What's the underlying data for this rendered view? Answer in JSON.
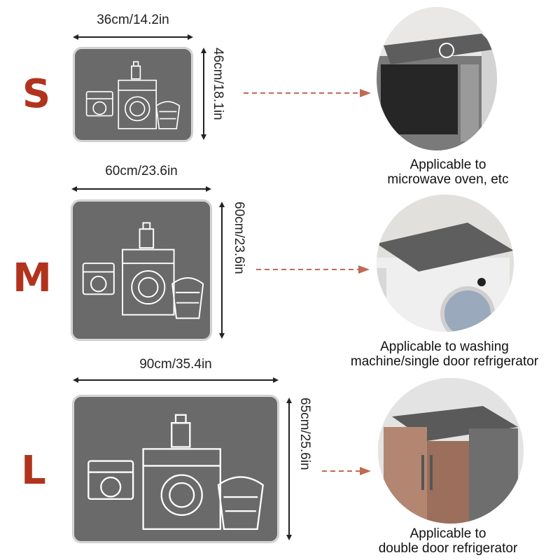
{
  "colors": {
    "size_letter": "#b2331d",
    "mat": "#6a6a6a",
    "arrow": "#c06a55"
  },
  "sizes": [
    {
      "letter": "S",
      "width_label": "36cm/14.2in",
      "height_label": "46cm/18.1in",
      "caption_line1": "Applicable to",
      "caption_line2": "microwave oven, etc"
    },
    {
      "letter": "M",
      "width_label": "60cm/23.6in",
      "height_label": "60cm/23.6in",
      "caption_line1": "Applicable to washing",
      "caption_line2": "machine/single door refrigerator"
    },
    {
      "letter": "L",
      "width_label": "90cm/35.4in",
      "height_label": "65cm/25.6in",
      "caption_line1": "Applicable to",
      "caption_line2": "double door refrigerator"
    }
  ]
}
